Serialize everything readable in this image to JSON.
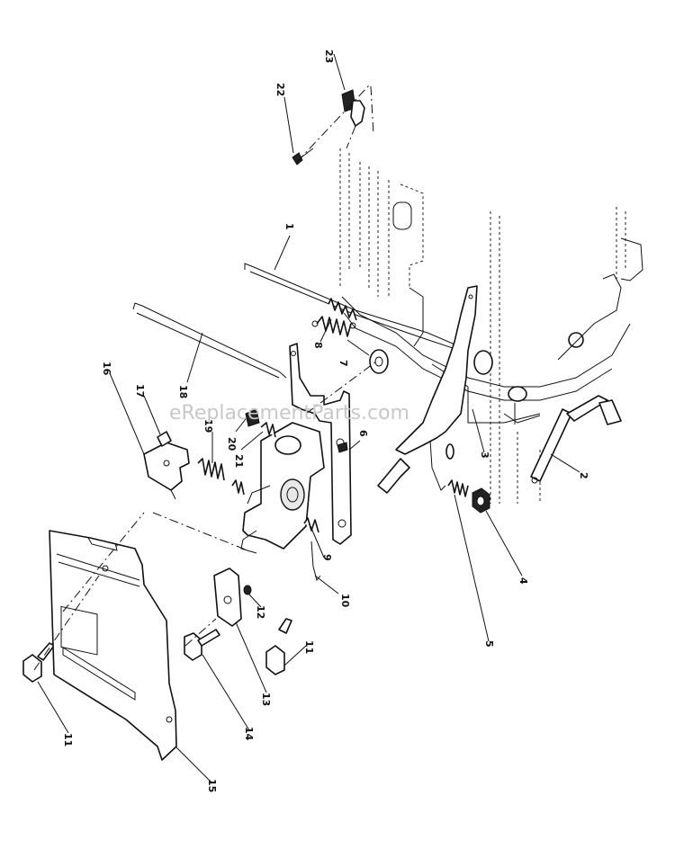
{
  "watermark": "eReplacementParts.com",
  "callouts": [
    {
      "id": "c23",
      "label": "23"
    },
    {
      "id": "c22",
      "label": "22"
    },
    {
      "id": "c1",
      "label": "1"
    },
    {
      "id": "c18",
      "label": "18"
    },
    {
      "id": "c16",
      "label": "16"
    },
    {
      "id": "c17",
      "label": "17"
    },
    {
      "id": "c8",
      "label": "8"
    },
    {
      "id": "c7",
      "label": "7"
    },
    {
      "id": "c19",
      "label": "19"
    },
    {
      "id": "c20",
      "label": "20"
    },
    {
      "id": "c21",
      "label": "21"
    },
    {
      "id": "c6",
      "label": "6"
    },
    {
      "id": "c3",
      "label": "3"
    },
    {
      "id": "c2",
      "label": "2"
    },
    {
      "id": "c9",
      "label": "9"
    },
    {
      "id": "c4",
      "label": "4"
    },
    {
      "id": "c10",
      "label": "10"
    },
    {
      "id": "c12",
      "label": "12"
    },
    {
      "id": "c5",
      "label": "5"
    },
    {
      "id": "c11a",
      "label": "11"
    },
    {
      "id": "c13",
      "label": "13"
    },
    {
      "id": "c14",
      "label": "14"
    },
    {
      "id": "c11b",
      "label": "11"
    },
    {
      "id": "c15",
      "label": "15"
    }
  ]
}
